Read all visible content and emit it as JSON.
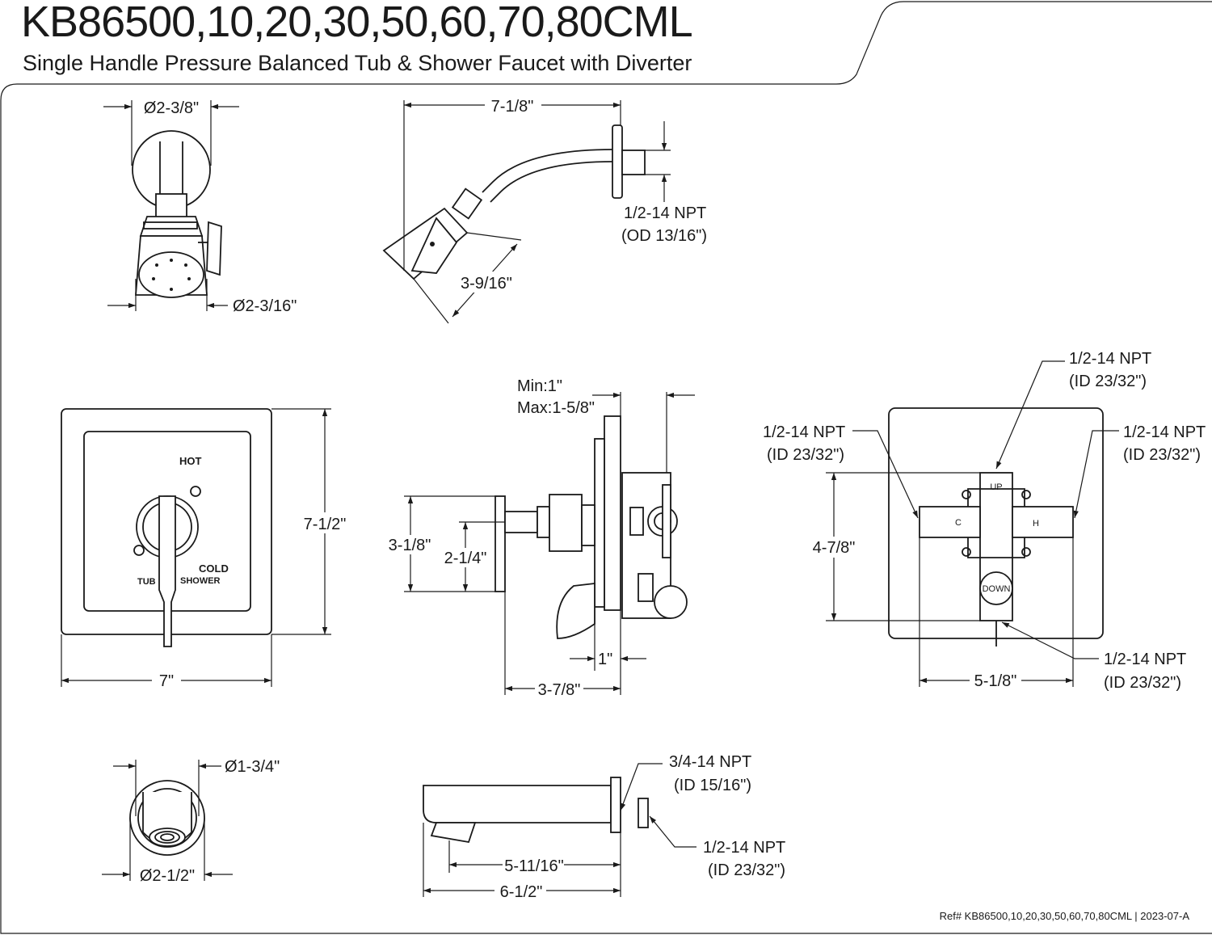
{
  "header": {
    "title": "KB86500,10,20,30,50,60,70,80CML",
    "subtitle": "Single Handle Pressure Balanced Tub & Shower Faucet with Diverter"
  },
  "footer": {
    "ref_prefix": "Ref# KB86500,10,20,30,50,60,70,80CML",
    "separator": "|",
    "revision": "2023-07-A"
  },
  "showerhead_front": {
    "flange_dia": "Ø2-3/8\"",
    "head_dia": "Ø2-3/16\""
  },
  "showerhead_side": {
    "arm_length": "7-1/8\"",
    "thread_line1": "1/2-14 NPT",
    "thread_line2": "(OD 13/16\")",
    "head_dim": "3-9/16\""
  },
  "trim_front": {
    "label_hot": "HOT",
    "label_cold": "COLD",
    "label_tub": "TUB",
    "label_shower": "SHOWER",
    "height": "7-1/2\"",
    "width": "7\""
  },
  "valve_side": {
    "min_depth": "Min:1\"",
    "max_depth": "Max:1-5/8\"",
    "dim_a": "3-1/8\"",
    "dim_b": "2-1/4\"",
    "dim_c": "1\"",
    "dim_d": "3-7/8\""
  },
  "valve_rear": {
    "top_line1": "1/2-14 NPT",
    "top_line2": "(ID 23/32\")",
    "left_line1": "1/2-14 NPT",
    "left_line2": "(ID 23/32\")",
    "right_line1": "1/2-14 NPT",
    "right_line2": "(ID 23/32\")",
    "bottom_line1": "1/2-14 NPT",
    "bottom_line2": "(ID 23/32\")",
    "label_up": "UP",
    "label_down": "DOWN",
    "label_c": "C",
    "label_h": "H",
    "height": "4-7/8\"",
    "width": "5-1/8\""
  },
  "spout_front": {
    "outlet_dia": "Ø1-3/4\"",
    "flange_dia": "Ø2-1/2\""
  },
  "spout_side": {
    "inlet_line1": "3/4-14 NPT",
    "inlet_line2": "(ID 15/16\")",
    "adapter_line1": "1/2-14 NPT",
    "adapter_line2": "(ID 23/32\")",
    "reach": "5-11/16\"",
    "length": "6-1/2\""
  }
}
